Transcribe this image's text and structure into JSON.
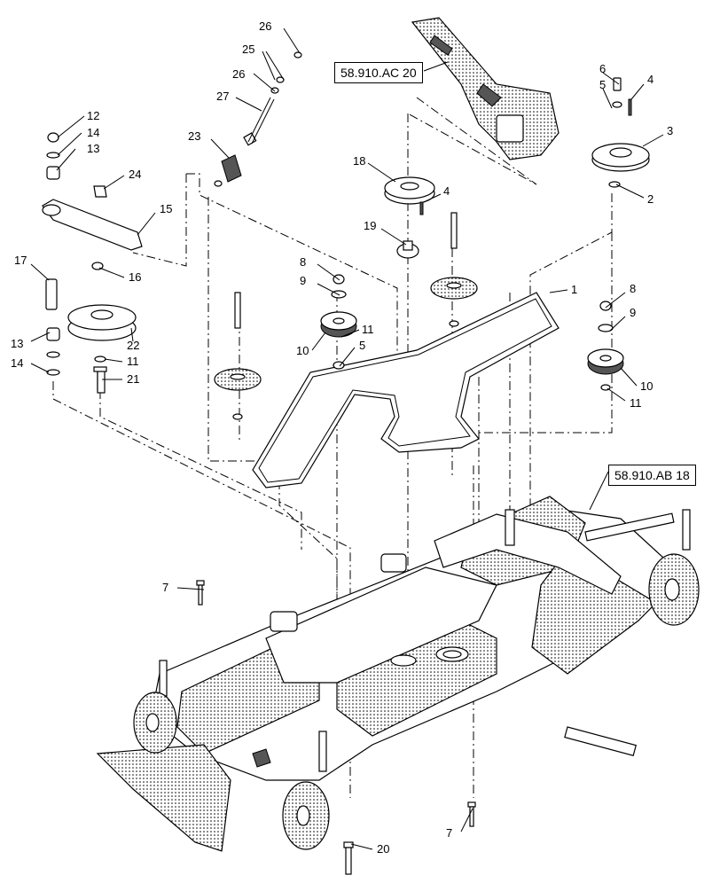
{
  "reference_boxes": {
    "ref_top": "58.910.AC 20",
    "ref_right": "58.910.AB 18"
  },
  "callouts": [
    {
      "id": "c1",
      "text": "1"
    },
    {
      "id": "c2",
      "text": "2"
    },
    {
      "id": "c3",
      "text": "3"
    },
    {
      "id": "c4a",
      "text": "4"
    },
    {
      "id": "c4b",
      "text": "4"
    },
    {
      "id": "c5a",
      "text": "5"
    },
    {
      "id": "c5b",
      "text": "5"
    },
    {
      "id": "c6",
      "text": "6"
    },
    {
      "id": "c7a",
      "text": "7"
    },
    {
      "id": "c7b",
      "text": "7"
    },
    {
      "id": "c8a",
      "text": "8"
    },
    {
      "id": "c8b",
      "text": "8"
    },
    {
      "id": "c9a",
      "text": "9"
    },
    {
      "id": "c9b",
      "text": "9"
    },
    {
      "id": "c10a",
      "text": "10"
    },
    {
      "id": "c10b",
      "text": "10"
    },
    {
      "id": "c11a",
      "text": "11"
    },
    {
      "id": "c11b",
      "text": "11"
    },
    {
      "id": "c11c",
      "text": "11"
    },
    {
      "id": "c12",
      "text": "12"
    },
    {
      "id": "c13a",
      "text": "13"
    },
    {
      "id": "c13b",
      "text": "13"
    },
    {
      "id": "c14a",
      "text": "14"
    },
    {
      "id": "c14b",
      "text": "14"
    },
    {
      "id": "c15",
      "text": "15"
    },
    {
      "id": "c16",
      "text": "16"
    },
    {
      "id": "c17",
      "text": "17"
    },
    {
      "id": "c18",
      "text": "18"
    },
    {
      "id": "c19",
      "text": "19"
    },
    {
      "id": "c20",
      "text": "20"
    },
    {
      "id": "c21",
      "text": "21"
    },
    {
      "id": "c22",
      "text": "22"
    },
    {
      "id": "c23",
      "text": "23"
    },
    {
      "id": "c24",
      "text": "24"
    },
    {
      "id": "c25",
      "text": "25"
    },
    {
      "id": "c26a",
      "text": "26"
    },
    {
      "id": "c26b",
      "text": "26"
    },
    {
      "id": "c27",
      "text": "27"
    }
  ]
}
